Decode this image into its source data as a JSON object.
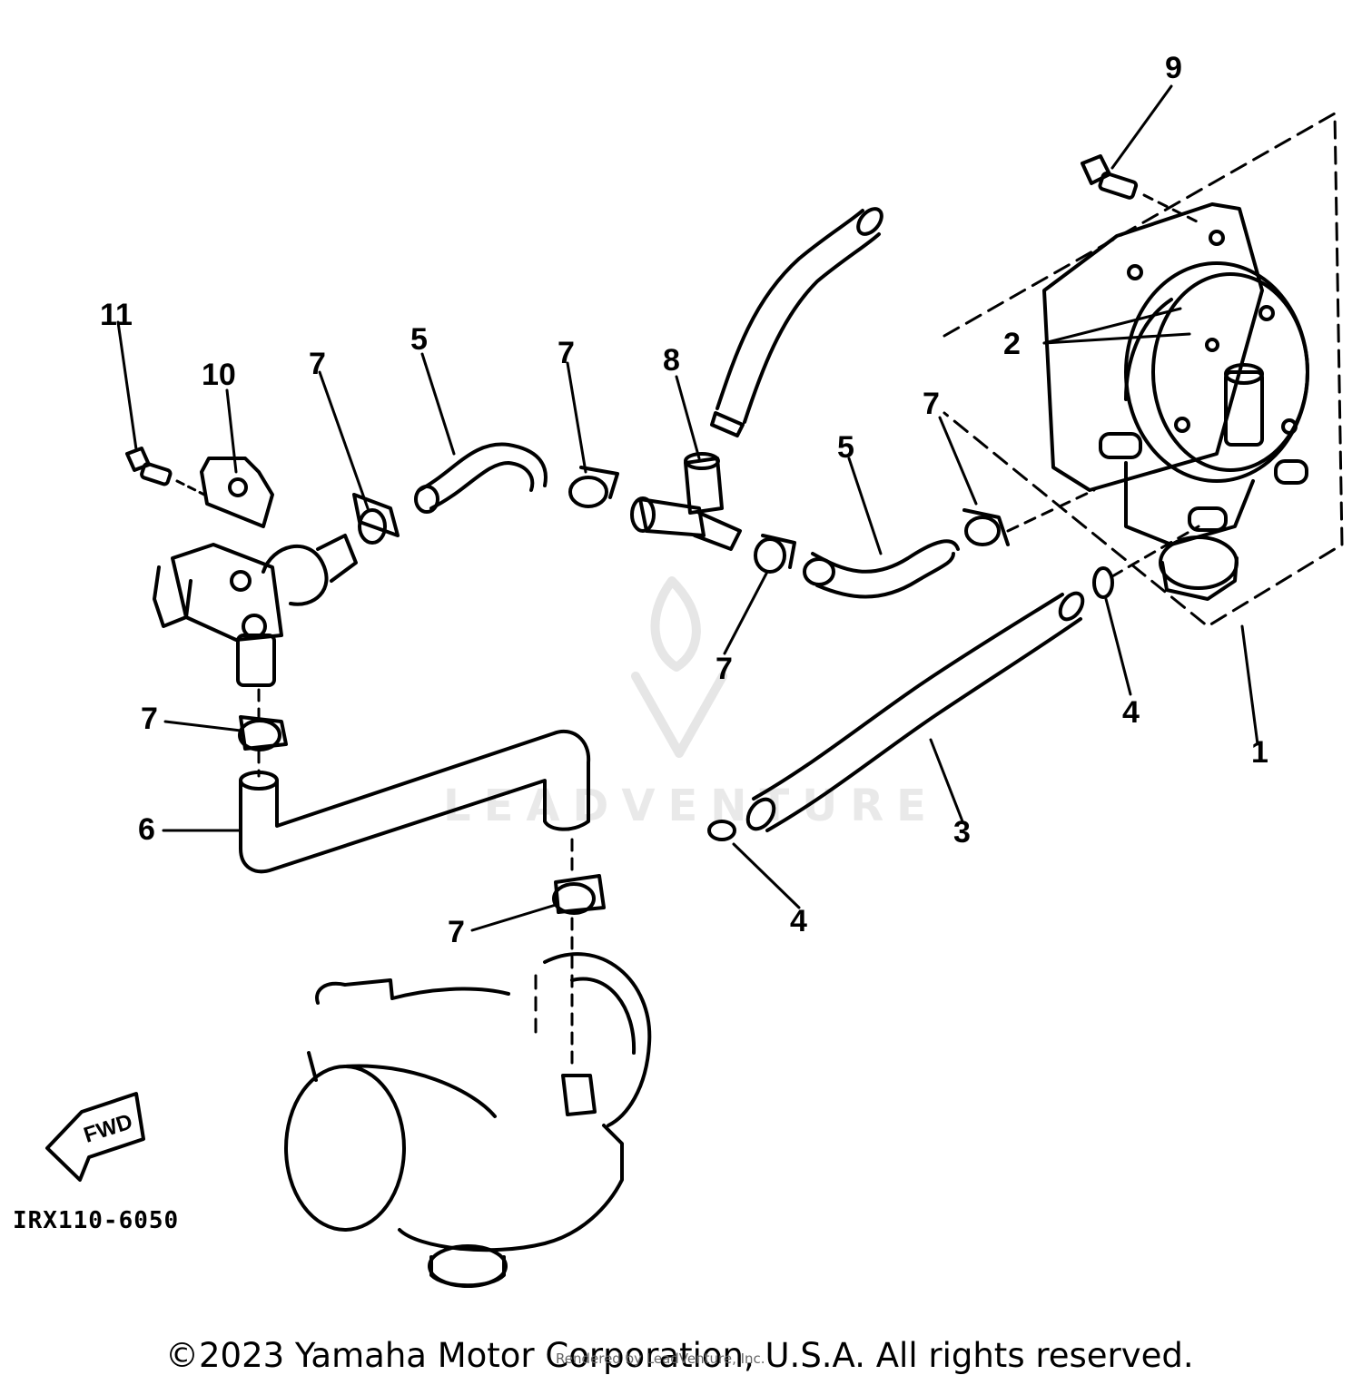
{
  "callouts": {
    "c1": "1",
    "c2": "2",
    "c3": "3",
    "c4a": "4",
    "c4b": "4",
    "c5a": "5",
    "c5b": "5",
    "c6": "6",
    "c7a": "7",
    "c7b": "7",
    "c7c": "7",
    "c7d": "7",
    "c7e": "7",
    "c7f": "7",
    "c8": "8",
    "c9": "9",
    "c10": "10",
    "c11": "11"
  },
  "fwd_label": "FWD",
  "diagram_code": "IRX110-6050",
  "watermark": "LEADVENTURE",
  "copyright": "©2023 Yamaha Motor Corporation, U.S.A. All rights reserved.",
  "rendered_by": "Rendered by LeadVenture, Inc."
}
